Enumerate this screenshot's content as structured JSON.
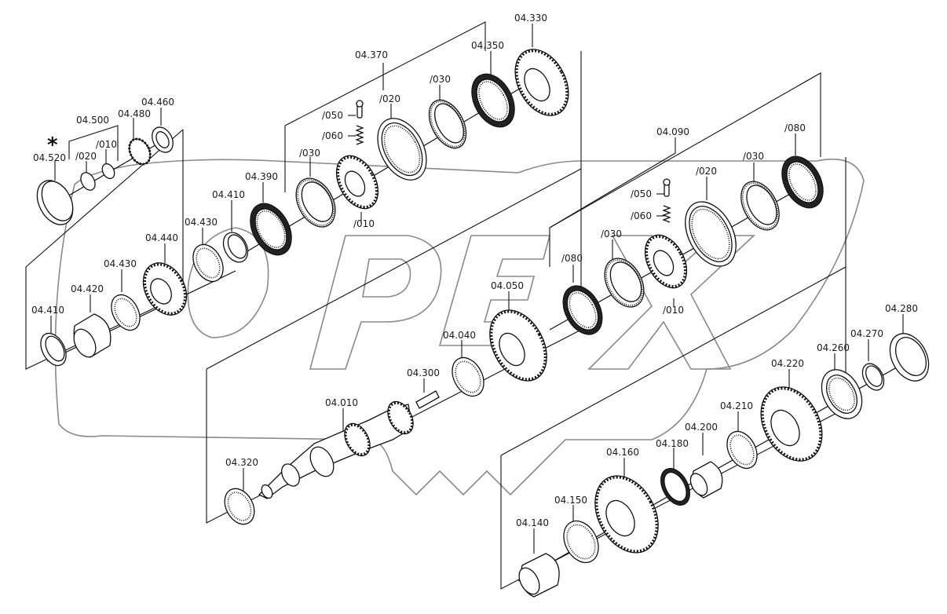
{
  "labels": {
    "l_04520": "04.520",
    "l_04500": "04.500",
    "l_020a": "/020",
    "l_010a": "/010",
    "l_04480": "04.480",
    "l_04460": "04.460",
    "l_04370": "04.370",
    "l_04350": "04.350",
    "l_04330": "04.330",
    "l_030a": "/030",
    "l_020b": "/020",
    "l_050a": "/050",
    "l_060a": "/060",
    "l_030b": "/030",
    "l_010b": "/010",
    "l_04390": "04.390",
    "l_04410a": "04.410",
    "l_04430a": "04.430",
    "l_04440": "04.440",
    "l_04430b": "04.430",
    "l_04420": "04.420",
    "l_04410b": "04.410",
    "l_04090": "04.090",
    "l_080a": "/080",
    "l_030c": "/030",
    "l_020c": "/020",
    "l_050b": "/050",
    "l_060b": "/060",
    "l_030d": "/030",
    "l_080b": "/080",
    "l_010c": "/010",
    "l_04050": "04.050",
    "l_04040": "04.040",
    "l_04300": "04.300",
    "l_04010": "04.010",
    "l_04320": "04.320",
    "l_04280": "04.280",
    "l_04270": "04.270",
    "l_04260": "04.260",
    "l_04220": "04.220",
    "l_04210": "04.210",
    "l_04200": "04.200",
    "l_04180": "04.180",
    "l_04160": "04.160",
    "l_04150": "04.150",
    "l_04140": "04.140"
  },
  "asterisk": "*"
}
